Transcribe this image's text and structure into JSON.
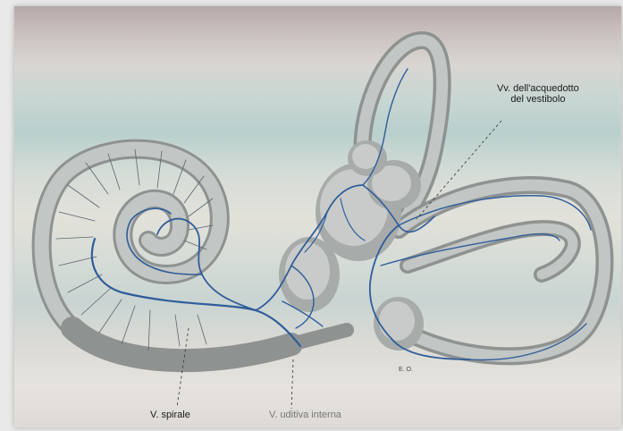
{
  "figure": {
    "labels": {
      "vestibular_aqueduct_veins_line1": "Vv. dell'acquedotto",
      "vestibular_aqueduct_veins_line2": "del vestibolo",
      "spiral_vein": "V. spirale",
      "internal_auditory_vein": "V. uditiva interna",
      "signature": "E. O."
    },
    "colors": {
      "vein_blue": "#2f5d9a",
      "canal_gray": "#8e9291",
      "canal_light": "#c2c6c4"
    }
  }
}
